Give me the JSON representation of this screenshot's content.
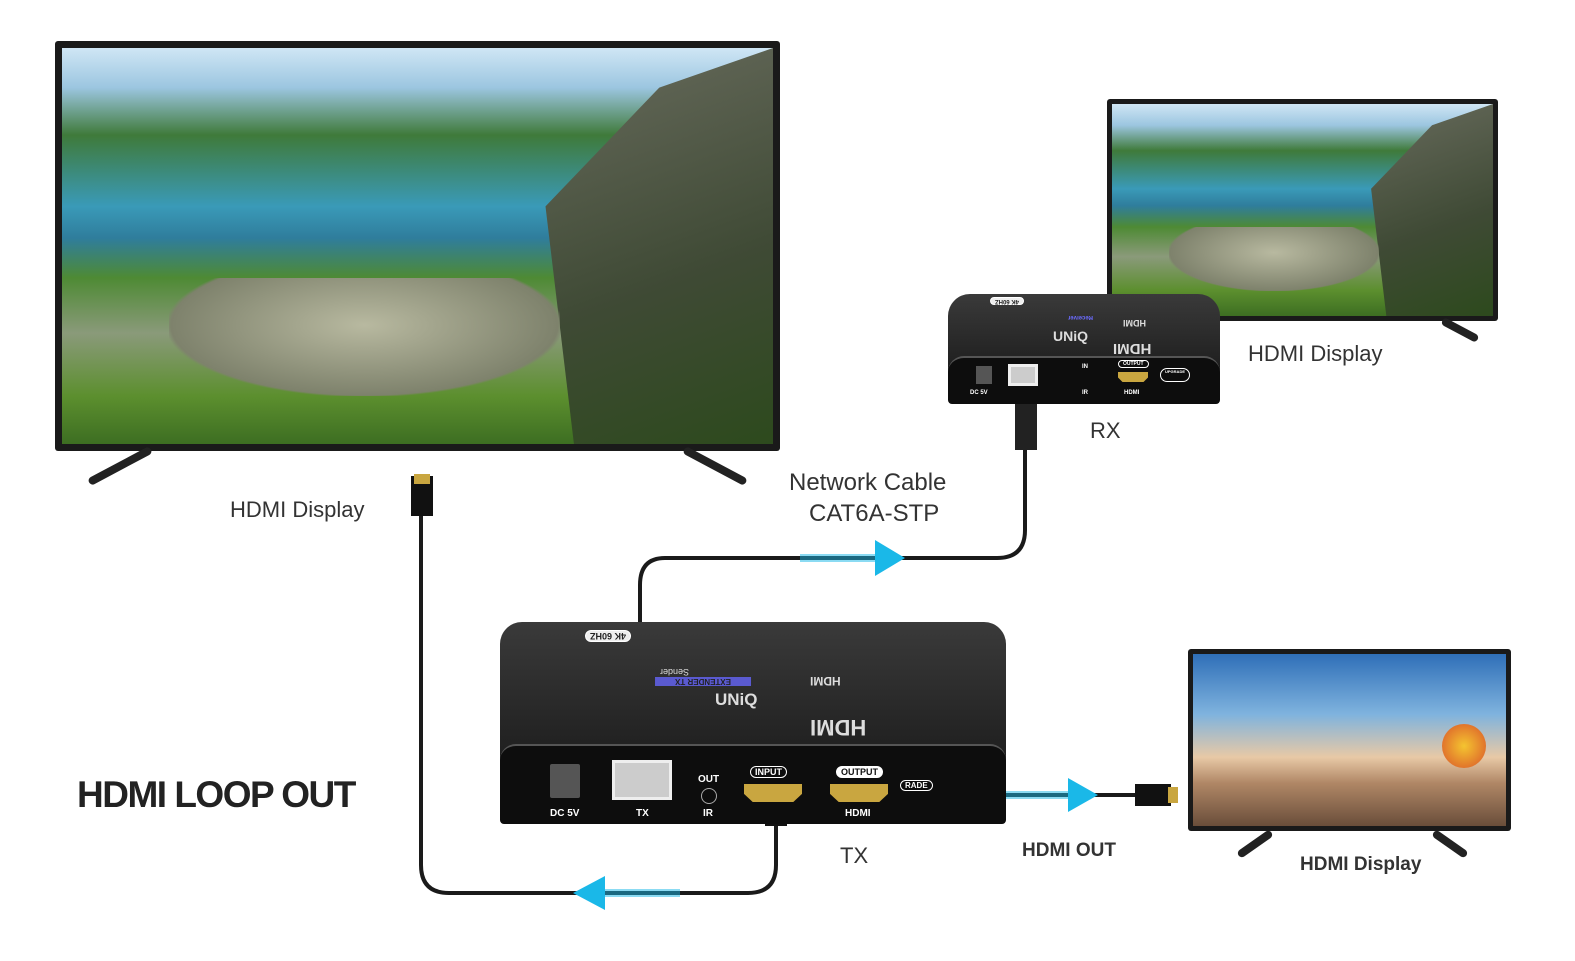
{
  "labels": {
    "main_tv": "HDMI Display",
    "rx_tv": "HDMI Display",
    "rx": "RX",
    "network_cable_line1": "Network Cable",
    "network_cable_line2": "CAT6A-STP",
    "loop_out": "HDMI LOOP OUT",
    "tx": "TX",
    "hdmi_out": "HDMI OUT",
    "out_tv": "HDMI Display"
  },
  "tx_device": {
    "badge": "4K 60HZ",
    "brand": "UNiQ",
    "series": "HDMI",
    "extender": "EXTENDER TX",
    "role": "Sender",
    "logo": "HDMI",
    "ports": {
      "dc": "DC 5V",
      "tx": "TX",
      "ir_out": "OUT",
      "ir": "IR",
      "input": "INPUT",
      "output": "OUTPUT",
      "hdmi": "HDMI",
      "upgrade": "RADE"
    }
  },
  "rx_device": {
    "badge": "4K 60HZ",
    "brand": "UNiQ",
    "series": "HDMI",
    "role": "Receiver",
    "logo": "HDMI",
    "ports": {
      "dc": "DC 5V",
      "ir_in": "IN",
      "ir": "IR",
      "output": "OUTPUT",
      "hdmi": "HDMI",
      "upgrade": "UPGRADE"
    }
  },
  "colors": {
    "arrow": "#1ab8e8",
    "cable": "#1a1a1a"
  }
}
